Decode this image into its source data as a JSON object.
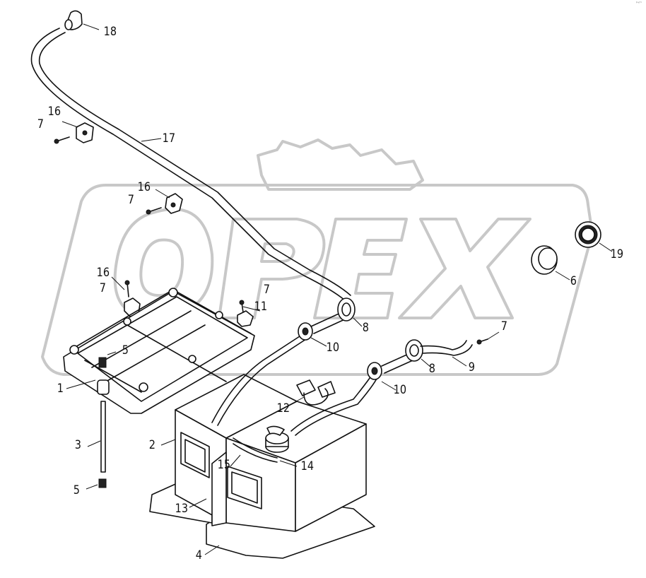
{
  "watermark": {
    "text": "OPEX",
    "color": "#c8c8c8"
  },
  "corner_mark": "ᵖ˞ᵐ",
  "callouts": {
    "c1": "1",
    "c2": "2",
    "c3": "3",
    "c4": "4",
    "c5a": "5",
    "c5b": "5",
    "c6": "6",
    "c7a": "7",
    "c7b": "7",
    "c7c": "7",
    "c7d": "7",
    "c7e": "7",
    "c8a": "8",
    "c8b": "8",
    "c9": "9",
    "c10a": "10",
    "c10b": "10",
    "c11": "11",
    "c12": "12",
    "c13": "13",
    "c14": "14",
    "c15": "15",
    "c16a": "16",
    "c16b": "16",
    "c16c": "16",
    "c17": "17",
    "c18": "18",
    "c19": "19"
  }
}
